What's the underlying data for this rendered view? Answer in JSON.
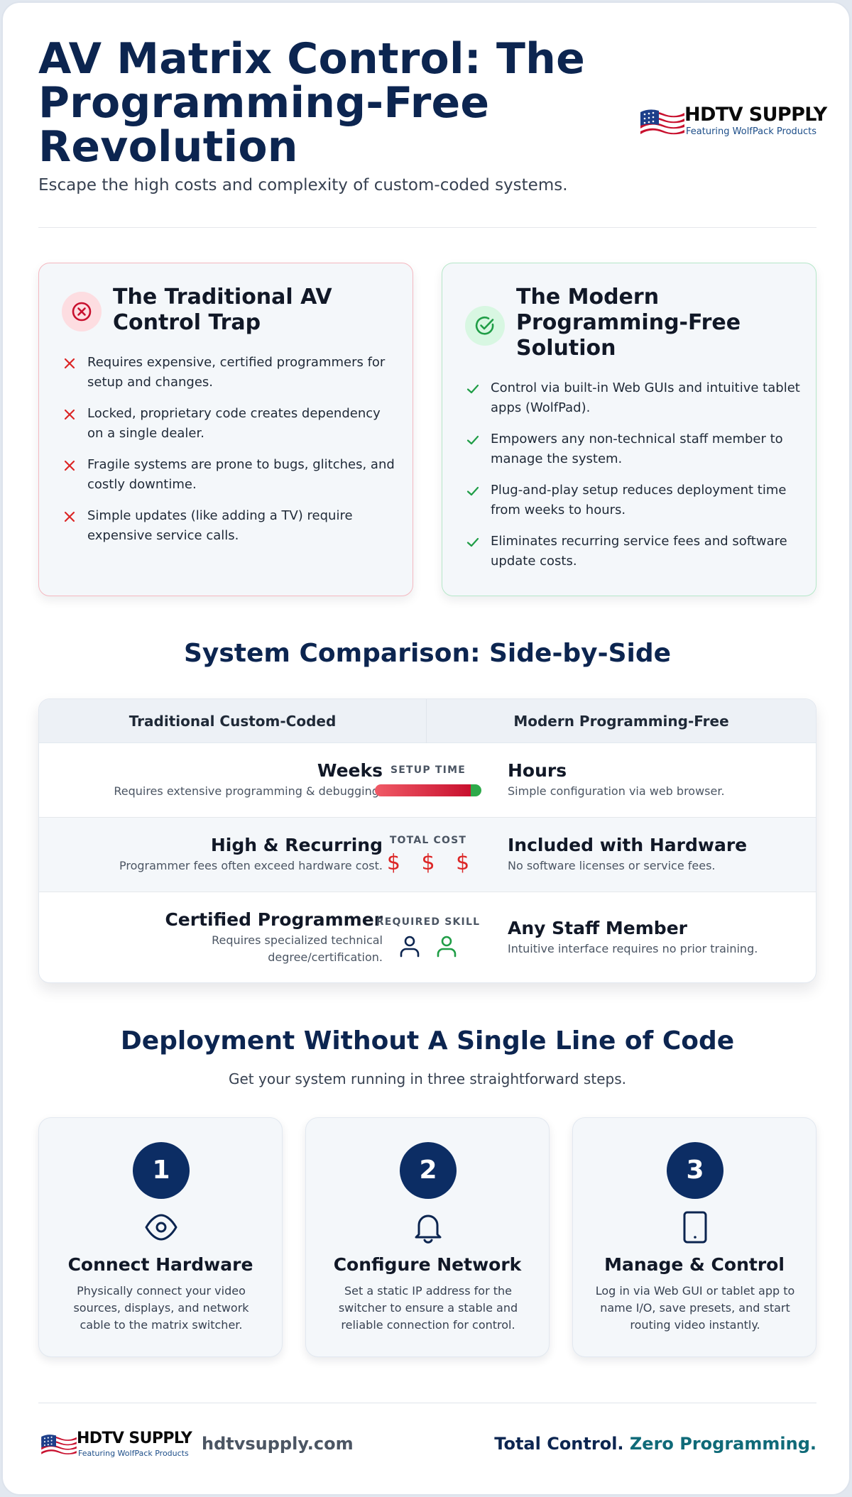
{
  "header": {
    "title": "AV Matrix Control: The Programming-Free Revolution",
    "subtitle": "Escape the high costs and complexity of custom-coded systems.",
    "logo_name": "HDTV SUPPLY",
    "logo_tagline": "Featuring WolfPack Products"
  },
  "trap_card": {
    "title": "The Traditional AV Control Trap",
    "items": [
      "Requires expensive, certified programmers for setup and changes.",
      "Locked, proprietary code creates dependency on a single dealer.",
      "Fragile systems are prone to bugs, glitches, and costly downtime.",
      "Simple updates (like adding a TV) require expensive service calls."
    ]
  },
  "modern_card": {
    "title": "The Modern Programming-Free Solution",
    "items": [
      "Control via built-in Web GUIs and intuitive tablet apps (WolfPad).",
      "Empowers any non-technical staff member to manage the system.",
      "Plug-and-play setup reduces deployment time from weeks to hours.",
      "Eliminates recurring service fees and software update costs."
    ]
  },
  "comparison": {
    "title": "System Comparison: Side-by-Side",
    "headers": [
      "Traditional Custom-Coded",
      "Modern Programming-Free"
    ],
    "rows": [
      {
        "label": "SETUP TIME",
        "left_big": "Weeks",
        "left_small": "Requires extensive programming & debugging.",
        "right_big": "Hours",
        "right_small": "Simple configuration via web browser.",
        "traditional_share": 0.9
      },
      {
        "label": "TOTAL COST",
        "left_big": "High & Recurring",
        "left_small": "Programmer fees often exceed hardware cost.",
        "right_big": "Included with Hardware",
        "right_small": "No software licenses or service fees.",
        "symbol": "$ $ $"
      },
      {
        "label": "REQUIRED SKILL",
        "left_big": "Certified Programmer",
        "left_small": "Requires specialized technical degree/certification.",
        "right_big": "Any Staff Member",
        "right_small": "Intuitive interface requires no prior training."
      }
    ]
  },
  "deployment": {
    "title": "Deployment Without A Single Line of Code",
    "subtitle": "Get your system running in three straightforward steps.",
    "steps": [
      {
        "number": "1",
        "icon": "eye-icon",
        "title": "Connect Hardware",
        "desc": "Physically connect your video sources, displays, and network cable to the matrix switcher."
      },
      {
        "number": "2",
        "icon": "bell-icon",
        "title": "Configure Network",
        "desc": "Set a static IP address for the switcher to ensure a stable and reliable connection for control."
      },
      {
        "number": "3",
        "icon": "tablet-icon",
        "title": "Manage & Control",
        "desc": "Log in via Web GUI or tablet app to name I/O, save presets, and start routing video instantly."
      }
    ]
  },
  "footer": {
    "logo_name": "HDTV SUPPLY",
    "logo_tagline": "Featuring WolfPack Products",
    "url": "hdtvsupply.com",
    "tagline_a": "Total Control.",
    "tagline_b": "Zero Programming."
  },
  "colors": {
    "navy": "#0c2550",
    "red": "#dc2626",
    "green": "#2eaa4a",
    "teal": "#0f6a78"
  }
}
